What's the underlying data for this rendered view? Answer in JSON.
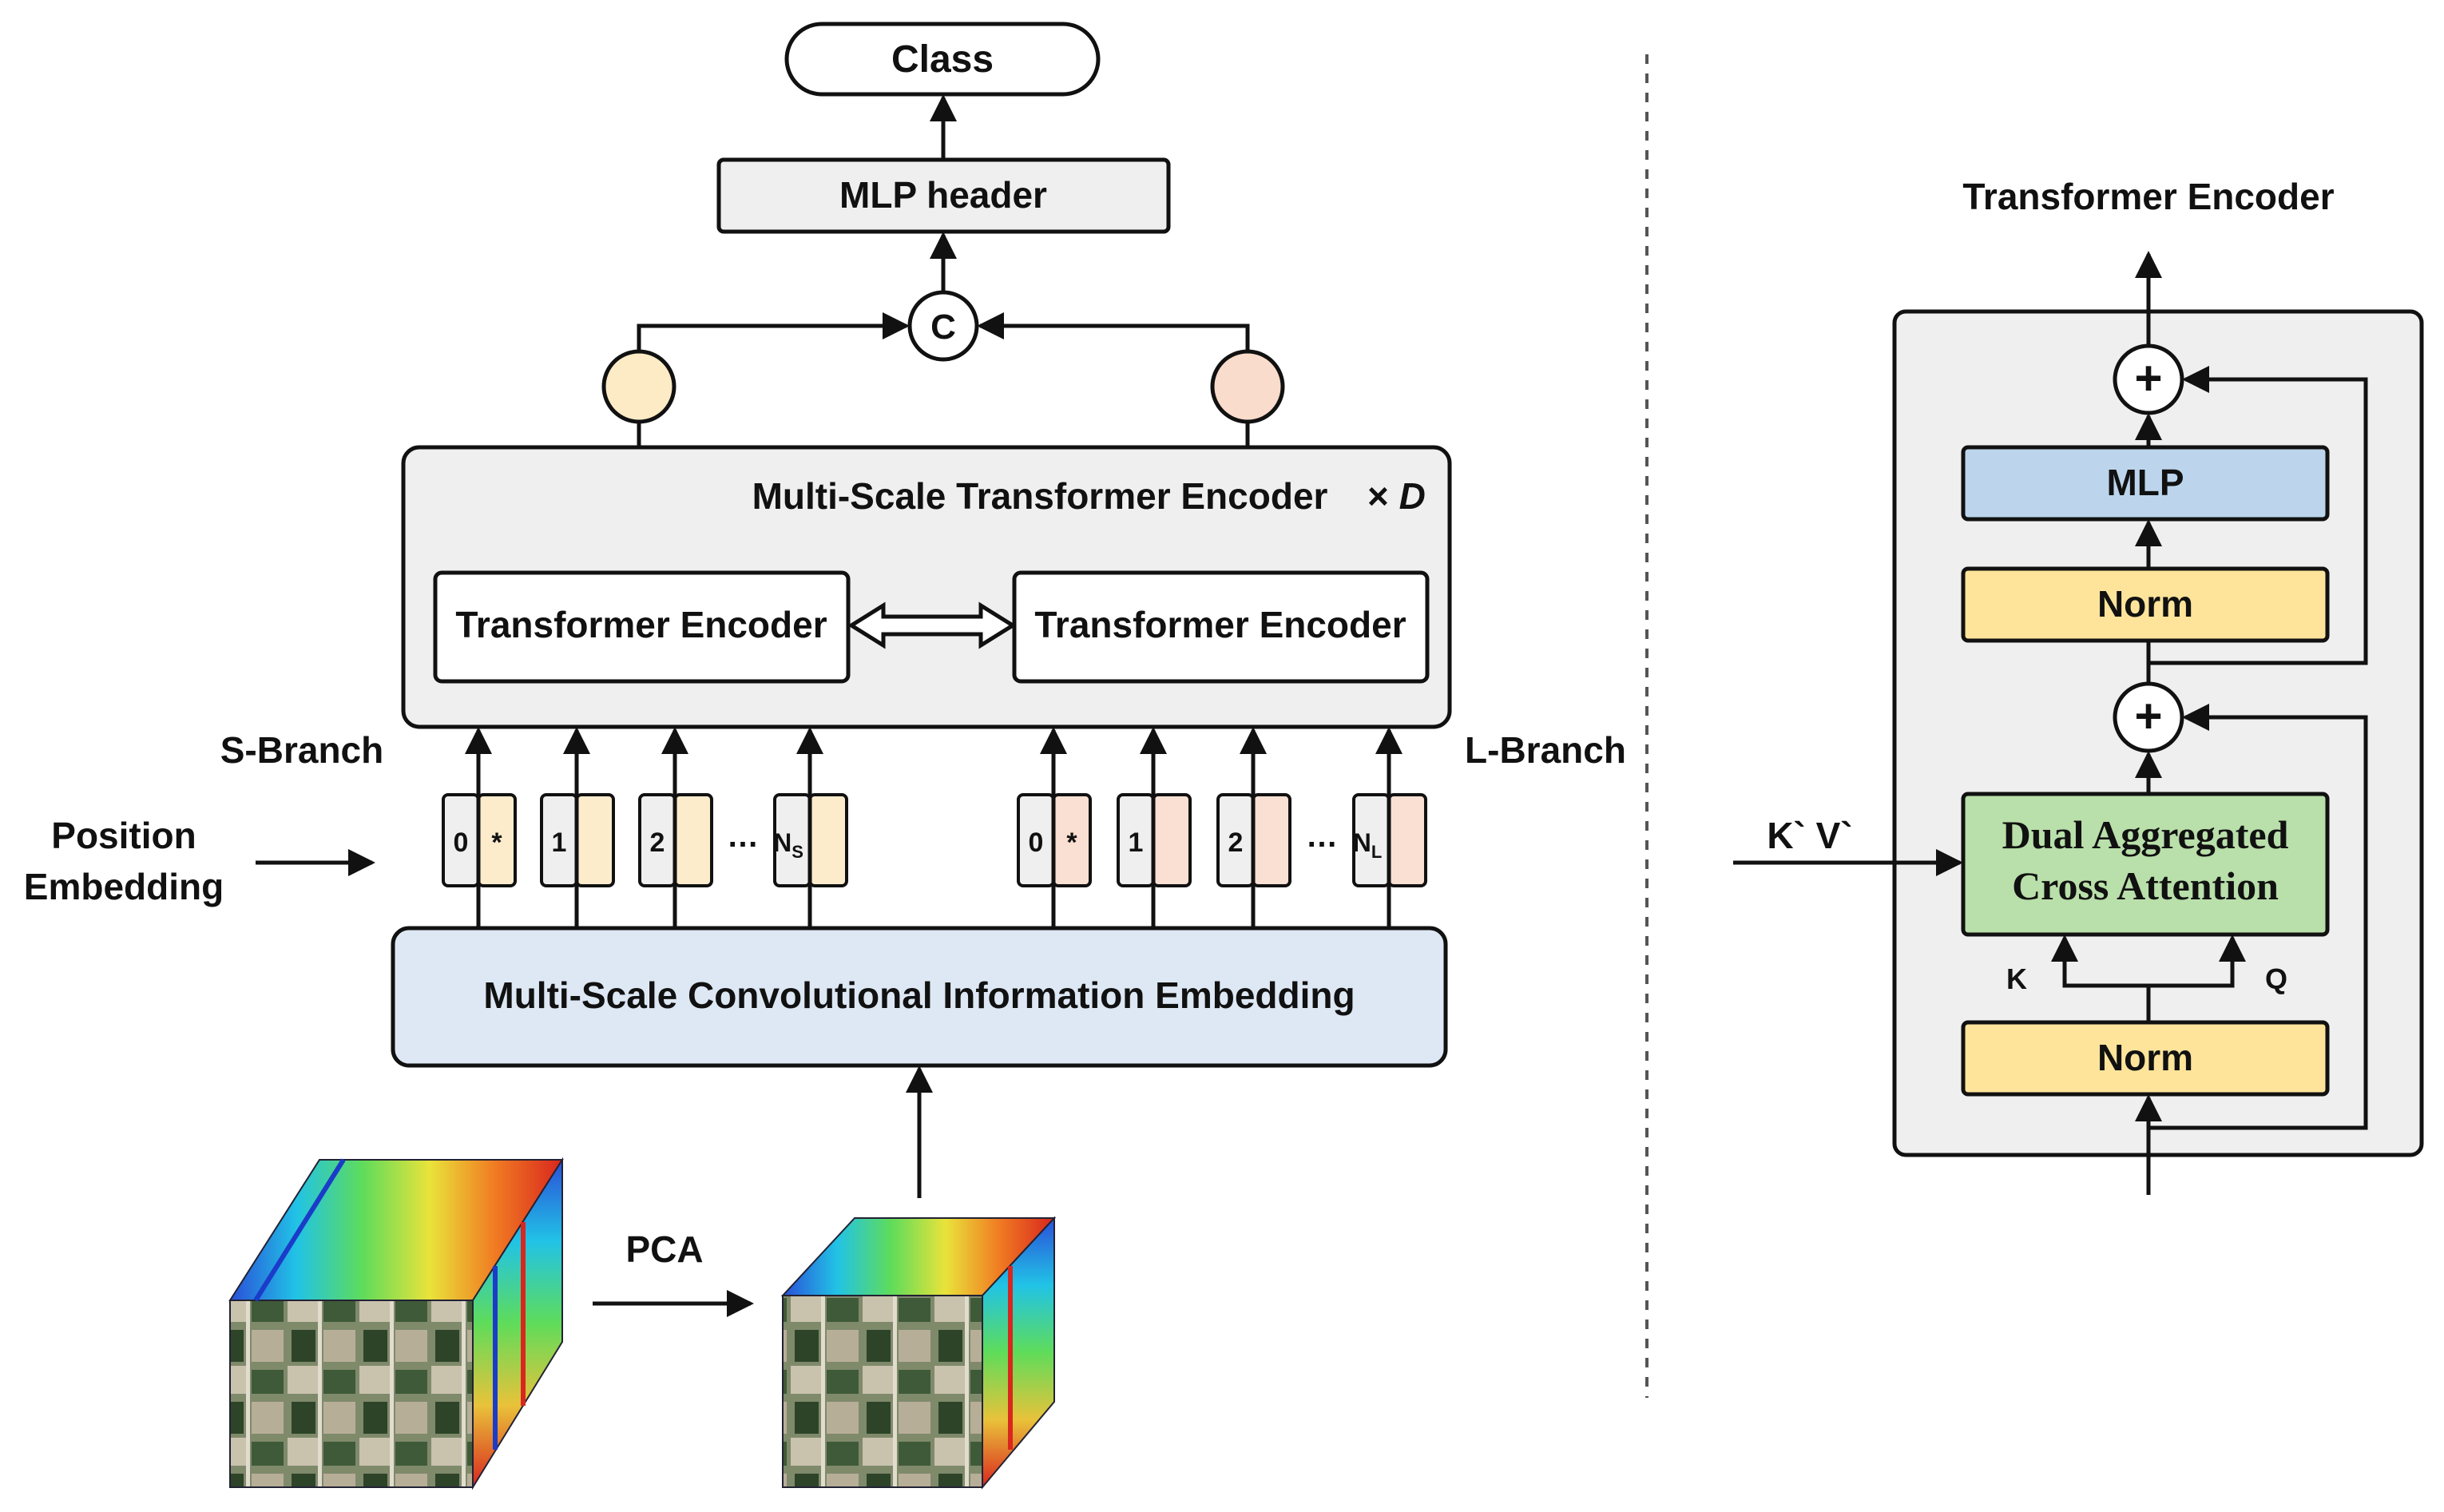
{
  "left_panel": {
    "class_label": "Class",
    "mlp_header_label": "MLP header",
    "concat_symbol": "C",
    "mst_encoder_label": "Multi-Scale Transformer Encoder",
    "repeat_label": "× ",
    "repeat_var": "D",
    "encoder_left_label": "Transformer Encoder",
    "encoder_right_label": "Transformer Encoder",
    "s_branch_label": "S-Branch",
    "l_branch_label": "L-Branch",
    "position_embedding_line1": "Position",
    "position_embedding_line2": "Embedding",
    "s_tokens": [
      "0",
      "1",
      "2",
      "N"
    ],
    "s_last_sub": "S",
    "l_tokens": [
      "0",
      "1",
      "2",
      "N"
    ],
    "l_last_sub": "L",
    "cls_marker": "*",
    "ellipsis": "…",
    "embedding_label": "Multi-Scale Convolutional Information Embedding",
    "pca_label": "PCA"
  },
  "right_panel": {
    "title": "Transformer Encoder",
    "plus_symbol": "+",
    "mlp_label": "MLP",
    "norm_top_label": "Norm",
    "attention_line1": "Dual Aggregated",
    "attention_line2": "Cross Attention",
    "norm_bottom_label": "Norm",
    "kv_input_label": "K` V`",
    "k_label": "K",
    "q_label": "Q"
  },
  "colors": {
    "panel_gray": "#efefef",
    "embed_blue": "#dde8f4",
    "mlp_blue": "#bcd5ec",
    "norm_yellow": "#fde49a",
    "attn_green": "#b9dfaa",
    "s_token_fill": "#fdeccc",
    "l_token_fill": "#fae0d2",
    "s_pool_fill": "#fdebc6",
    "l_pool_fill": "#f9dccb"
  }
}
